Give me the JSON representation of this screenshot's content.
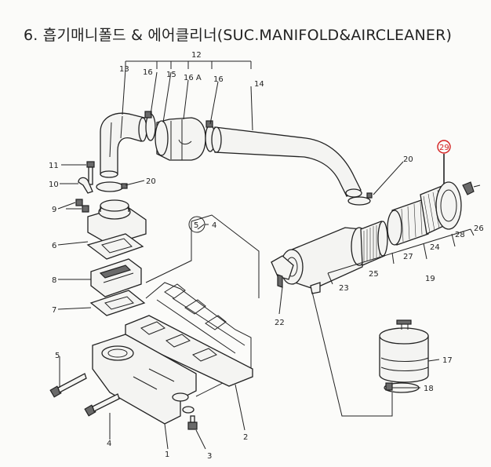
{
  "title": "6. 흡기매니폴드 & 에어클리너(SUC.MANIFOLD&AIRCLEANER)",
  "callouts": {
    "c1": "1",
    "c2": "2",
    "c3": "3",
    "c4": "4",
    "c5": "5",
    "c6": "6",
    "c7": "7",
    "c8": "8",
    "c9": "9",
    "c10": "10",
    "c11": "11",
    "c12": "12",
    "c13": "13",
    "c14": "14",
    "c15": "15",
    "c16a": "16",
    "c16A": "16 A",
    "c16b": "16",
    "c17": "17",
    "c18": "18",
    "c19": "19",
    "c20a": "20",
    "c20b": "20",
    "c22": "22",
    "c23": "23",
    "c24": "24",
    "c25": "25",
    "c26": "26",
    "c27": "27",
    "c28": "28",
    "c29": "29",
    "c5ref": "5",
    "c4ref": "4"
  },
  "highlight_color": "#d42020"
}
